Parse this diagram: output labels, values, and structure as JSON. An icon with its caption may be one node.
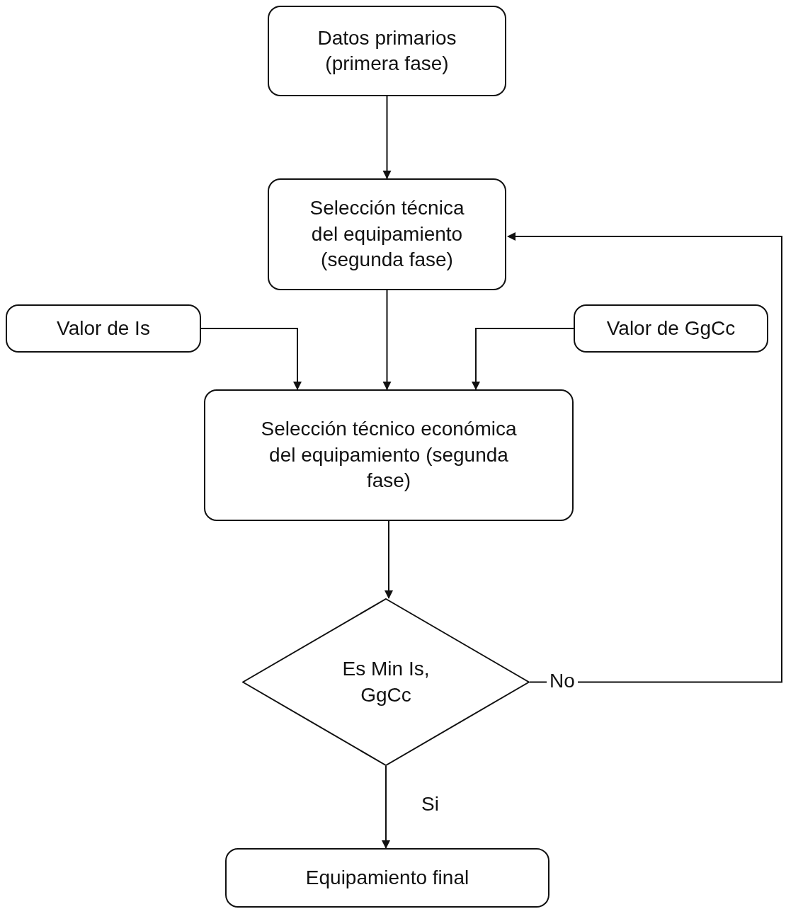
{
  "diagram": {
    "nodes": [
      {
        "text": [
          "Datos primarios (primera fase)"
        ]
      },
      {
        "text": [
          "Selección técnica del equipamiento (segunda fase)"
        ]
      },
      {
        "text": [
          "Valor de Is"
        ]
      },
      {
        "text": [
          "Valor de GgCc"
        ]
      },
      {
        "text": [
          "Selección técnico económica del equipamiento (segunda fase)"
        ]
      },
      {
        "text": [
          "Es Min Is, GgCc"
        ]
      },
      {
        "text": [
          "Equipamiento final"
        ]
      }
    ],
    "edges": [
      {
        "from": 0,
        "to": 1,
        "arrow": "to"
      },
      {
        "from": 1,
        "to": 4,
        "arrow": "to"
      },
      {
        "from": 2,
        "to": 4,
        "arrow": "to"
      },
      {
        "from": 3,
        "to": 4,
        "arrow": "to"
      },
      {
        "from": 4,
        "to": 5,
        "arrow": "to"
      },
      {
        "from": 5,
        "to": 6,
        "label": "Si",
        "arrow": "to"
      },
      {
        "from": 5,
        "to": 1,
        "label": "No",
        "arrow": "to"
      }
    ]
  }
}
